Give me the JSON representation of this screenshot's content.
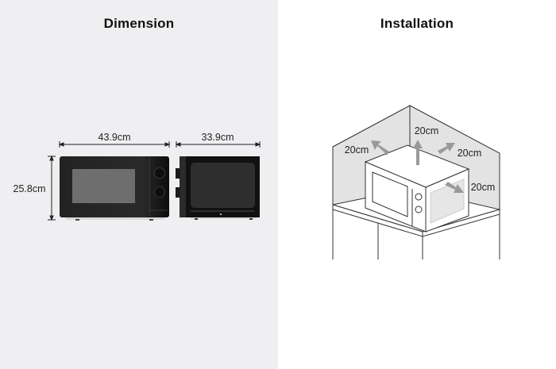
{
  "dimension": {
    "title": "Dimension",
    "width_label": "43.9cm",
    "depth_label": "33.9cm",
    "height_label": "25.8cm"
  },
  "installation": {
    "title": "Installation",
    "clearances": {
      "top": "20cm",
      "back_left": "20cm",
      "back_right": "20cm",
      "right_side": "20cm"
    }
  },
  "colors": {
    "left_panel_bg": "#efeff1",
    "right_panel_bg": "#ffffff",
    "appliance_body": "#1a1a1a",
    "window_gray": "#6e6e6e",
    "wall_gray": "#e3e3e3",
    "arrow_gray": "#999999"
  }
}
